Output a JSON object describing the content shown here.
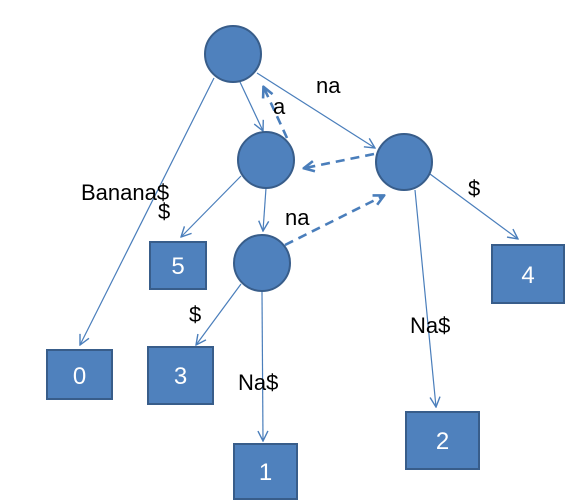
{
  "diagram": {
    "edge_labels": {
      "root_to_leaf0": "Banana$",
      "root_to_a": "a",
      "root_to_na": "na",
      "a_to_leaf5": "$",
      "a_to_ana": "na",
      "ana_to_leaf3": "$",
      "ana_to_leaf1": "Na$",
      "na_to_leaf2": "Na$",
      "na_to_leaf4": "$"
    },
    "leaves": {
      "leaf0": "0",
      "leaf1": "1",
      "leaf2": "2",
      "leaf3": "3",
      "leaf4": "4",
      "leaf5": "5"
    },
    "colors": {
      "node_fill": "#4f81bd",
      "node_stroke": "#385d8a",
      "edge": "#4a7ebb"
    }
  }
}
